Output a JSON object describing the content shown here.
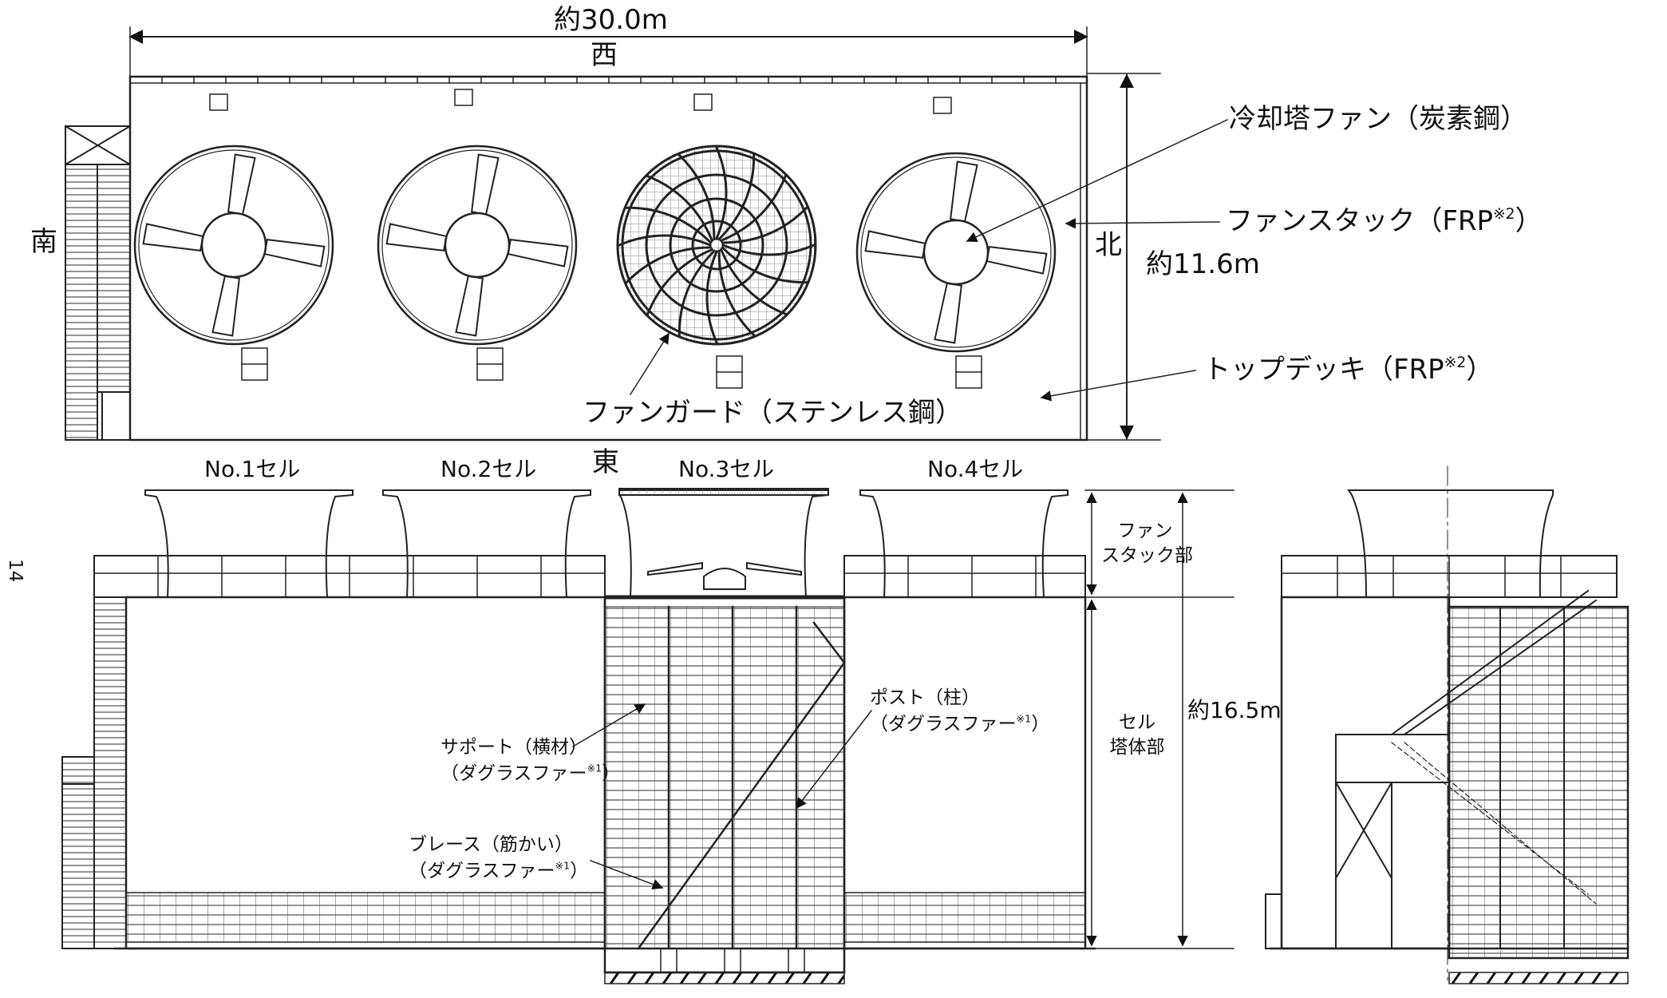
{
  "dimensions": {
    "width": "約30.0m",
    "depth": "約11.6m",
    "height": "約16.5m"
  },
  "compass": {
    "west": "西",
    "east": "東",
    "south": "南",
    "north": "北"
  },
  "plan_labels": {
    "fan": "冷却塔ファン（炭素鋼）",
    "fan_stack": "ファンスタック（FRP",
    "fan_stack_note": "※2",
    "fan_stack_close": "）",
    "top_deck": "トップデッキ（FRP",
    "top_deck_note": "※2",
    "top_deck_close": "）",
    "fan_guard": "ファンガード（ステンレス鋼）"
  },
  "cells": [
    "No.1セル",
    "No.2セル",
    "No.3セル",
    "No.4セル"
  ],
  "elevation_labels": {
    "fan_stack_part_1": "ファン",
    "fan_stack_part_2": "スタック部",
    "cell_body_1": "セル",
    "cell_body_2": "塔体部",
    "post_1": "ポスト（柱）",
    "post_2": "（ダグラスファー",
    "support_1": "サポート（横材）",
    "support_2": "（ダグラスファー",
    "brace_1": "ブレース（筋かい）",
    "brace_2": "（ダグラスファー",
    "note_1": "※1",
    "close": "）"
  },
  "page_number": "14"
}
